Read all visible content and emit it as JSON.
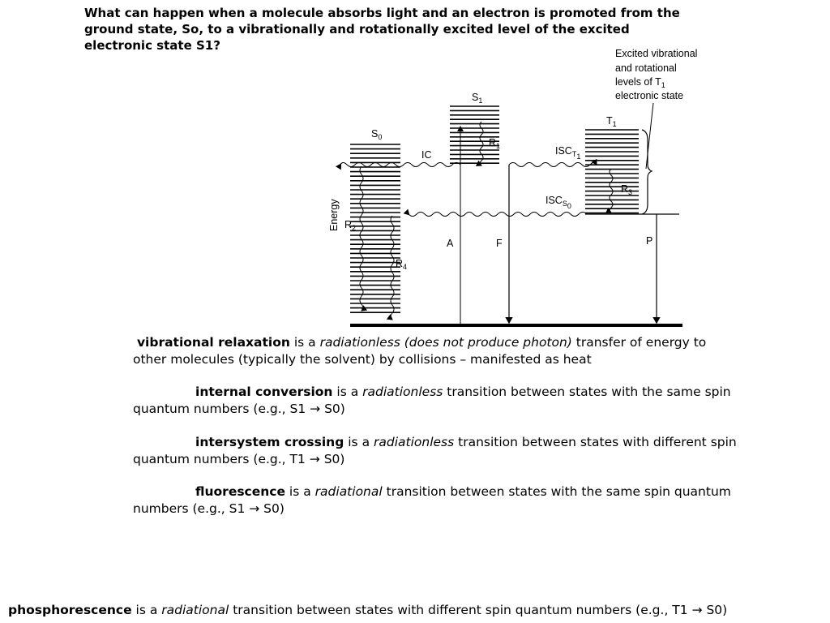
{
  "question": "What can happen when a molecule absorbs light and an electron is promoted from the ground state, So, to a vibrationally and rotationally excited level of the excited electronic state S1?",
  "diagram": {
    "callout": [
      "Excited vibrational",
      "and rotational",
      "levels of T",
      "electronic state"
    ],
    "callout_sub": "1",
    "S0": "S",
    "S0_sub": "0",
    "S1": "S",
    "S1_sub": "1",
    "T1": "T",
    "T1_sub": "1",
    "IC": "IC",
    "ISC_T1": "ISC",
    "ISC_T1_sub": "T",
    "ISC_S0": "ISC",
    "ISC_S0_sub": "S",
    "ISC_sub2": "1",
    "ISC_sub3": "0",
    "energy": "Energy",
    "R1": "R",
    "R1_sub": "1",
    "R2": "R",
    "R2_sub": "2",
    "R3": "R",
    "R3_sub": "3",
    "R4": "R",
    "R4_sub": "4",
    "A": "A",
    "F": "F",
    "P": "P"
  },
  "definitions": {
    "vr": {
      "term": "vibrational relaxation",
      "is": " is a ",
      "em": "radiationless (does not produce photon)",
      "rest": " transfer of energy to other  molecules (typically the solvent) by collisions – manifested as heat"
    },
    "ic": {
      "term": "internal conversion",
      "is": " is a ",
      "em": "radiationless",
      "rest": " transition between states with the same spin quantum numbers (e.g., S1 → S0)"
    },
    "isc": {
      "term": "intersystem crossing",
      "is": " is a ",
      "em": "radiationless",
      "rest": " transition between states with different spin quantum numbers (e.g., T1 → S0)"
    },
    "fl": {
      "term": "fluorescence",
      "is": " is a ",
      "em": "radiational",
      "rest": " transition between states with the same spin quantum numbers (e.g., S1 → S0)"
    },
    "ph": {
      "term": "phosphorescence",
      "is": " is a ",
      "em": "radiational",
      "rest": " transition between states with different spin quantum numbers (e.g., T1 → S0)"
    }
  }
}
